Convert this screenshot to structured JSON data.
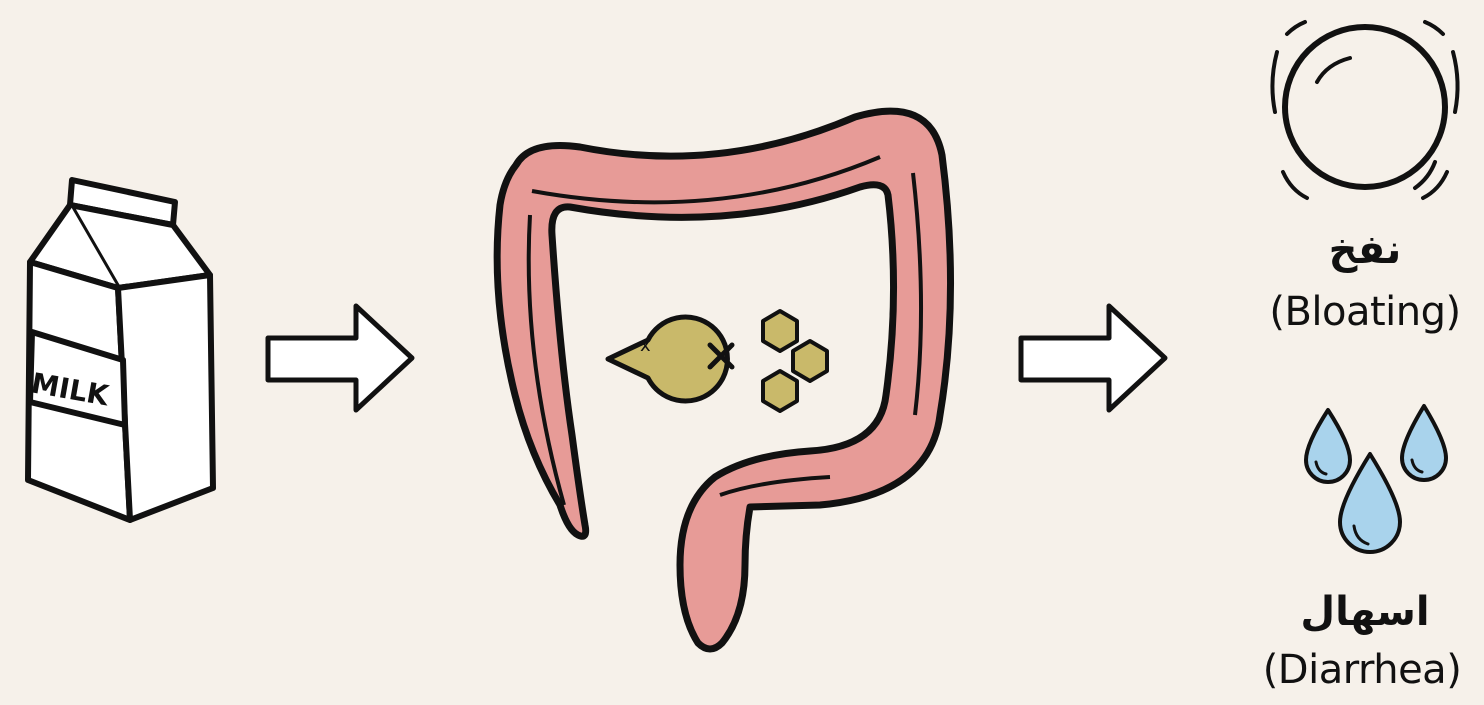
{
  "milk": {
    "carton_label": "MILK"
  },
  "colon": {
    "fill_color": "#e79b97",
    "enzyme_color": "#c9b96a"
  },
  "symptoms": [
    {
      "arabic": "نفخ",
      "english": "(Bloating)",
      "icon": "bloating-circle-icon"
    },
    {
      "arabic": "اسهال",
      "english": "(Diarrhea)",
      "icon": "water-drops-icon"
    }
  ],
  "colors": {
    "background": "#f6f1ea",
    "drop": "#a9d3ec",
    "outline": "#111111"
  }
}
